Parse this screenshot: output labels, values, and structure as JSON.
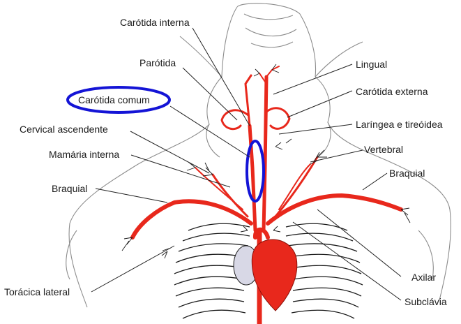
{
  "labels": {
    "carotida_interna": "Carótida interna",
    "parotida": "Parótida",
    "carotida_comum": "Carótida comum",
    "cervical_ascendente": "Cervical ascendente",
    "mamaria_interna": "Mamária interna",
    "braquial_left": "Braquial",
    "toracica_lateral": "Torácica lateral",
    "lingual": "Lingual",
    "carotida_externa": "Carótida externa",
    "laringea_tireoidea": "Laríngea e tireóidea",
    "vertebral": "Vertebral",
    "braquial_right": "Braquial",
    "axilar": "Axilar",
    "subclavia": "Subclávia"
  },
  "colors": {
    "artery": "#e8281c",
    "highlight": "#1414d6",
    "outline": "#8c8c8c",
    "lung": "#d8d8e6",
    "leader": "#222222"
  }
}
